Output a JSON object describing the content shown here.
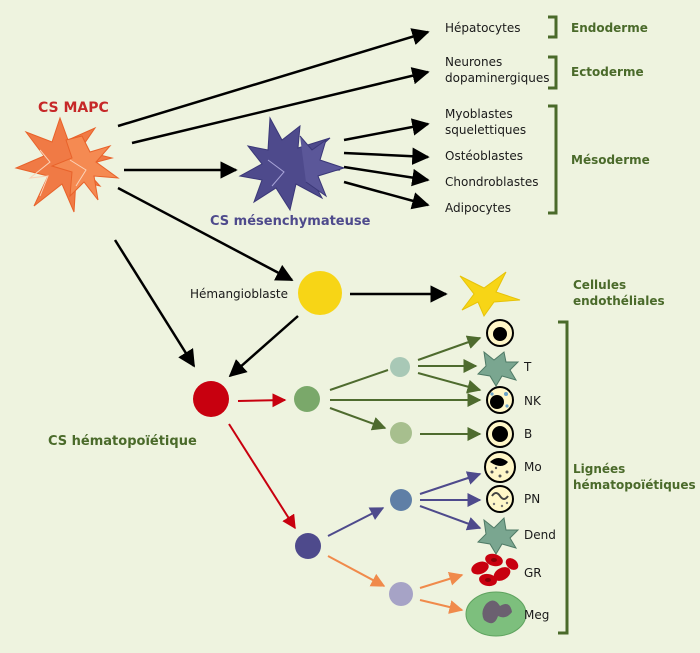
{
  "titles": {
    "mapc": "CS MAPC",
    "mesench": "CS mésenchymateuse",
    "hemato": "CS hématopoïétique",
    "hemangio": "Hémangioblaste"
  },
  "targets": {
    "hepato": "Hépatocytes",
    "neurones_1": "Neurones",
    "neurones_2": "dopaminergiques",
    "myo_1": "Myoblastes",
    "myo_2": "squelettiques",
    "osteo": "Ostéoblastes",
    "chondro": "Chondroblastes",
    "adipo": "Adipocytes"
  },
  "groups": {
    "endoderme": "Endoderme",
    "ectoderme": "Ectoderme",
    "mesoderme": "Mésoderme",
    "endo_1": "Cellules",
    "endo_2": "endothéliales",
    "lign_1": "Lignées",
    "lign_2": "hématopoïétiques"
  },
  "cells": {
    "t": "T",
    "nk": "NK",
    "b": "B",
    "mo": "Mo",
    "pn": "PN",
    "dend": "Dend",
    "gr": "GR",
    "meg": "Meg"
  },
  "colors": {
    "background": "#eef3df",
    "mapc": "#f07a45",
    "mesench": "#4e4a8c",
    "hemangio": "#f7d516",
    "hsc": "#c8000f",
    "lymph_green": "#4e6b2e",
    "myeloid_purple": "#4e4a8c",
    "ery_orange": "#f08a4b",
    "brace_green": "#4a6a2a"
  },
  "icons": [
    "star-cell-icon",
    "endothelial-cell-icon",
    "lymphocyte-icon",
    "monocyte-icon",
    "neutrophil-icon",
    "dendritic-cell-icon",
    "erythrocyte-icon",
    "megakaryocyte-icon"
  ]
}
